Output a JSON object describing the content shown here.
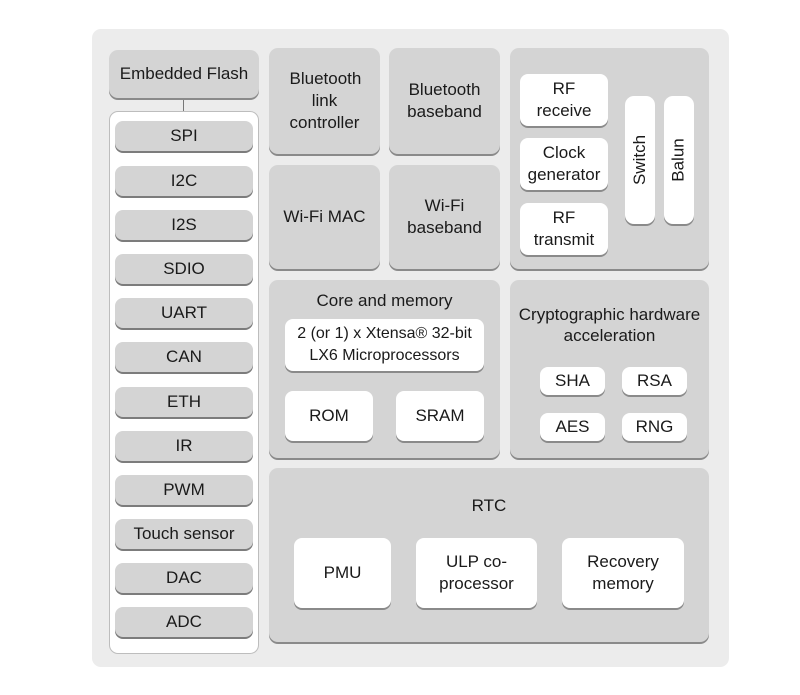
{
  "diagram": {
    "embedded_flash": "Embedded Flash",
    "peripherals": [
      "SPI",
      "I2C",
      "I2S",
      "SDIO",
      "UART",
      "CAN",
      "ETH",
      "IR",
      "PWM",
      "Touch sensor",
      "DAC",
      "ADC"
    ],
    "bluetooth_link_controller": "Bluetooth link controller",
    "bluetooth_baseband": "Bluetooth baseband",
    "wifi_mac": "Wi-Fi MAC",
    "wifi_baseband": "Wi-Fi baseband",
    "rf": {
      "receive": "RF receive",
      "clock_generator": "Clock generator",
      "transmit": "RF transmit",
      "switch": "Switch",
      "balun": "Balun"
    },
    "core": {
      "title": "Core and memory",
      "cpu": "2 (or 1) x Xtensa® 32-bit LX6 Microprocessors",
      "rom": "ROM",
      "sram": "SRAM"
    },
    "crypto": {
      "title": "Cryptographic hardware acceleration",
      "items": [
        "SHA",
        "RSA",
        "AES",
        "RNG"
      ]
    },
    "rtc": {
      "title": "RTC",
      "pmu": "PMU",
      "ulp": "ULP co-processor",
      "recovery": "Recovery memory"
    }
  }
}
